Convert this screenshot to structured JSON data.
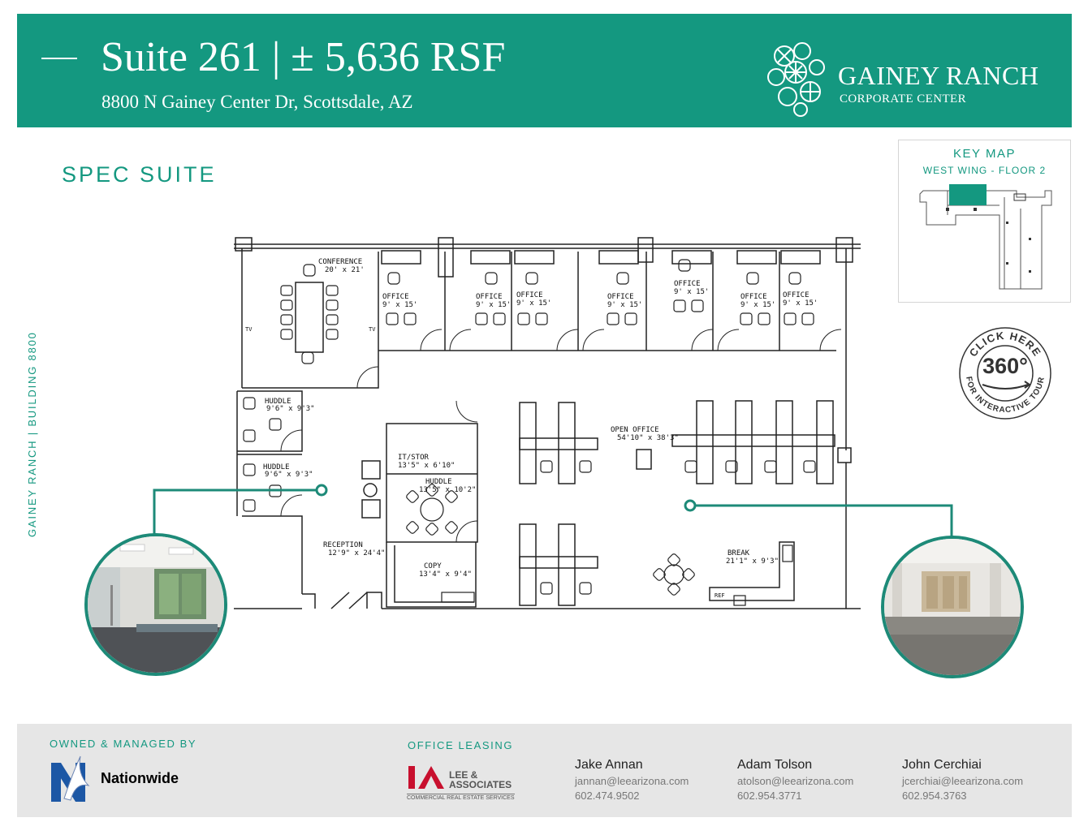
{
  "header": {
    "title": "Suite 261 | ± 5,636 RSF",
    "address": "8800 N Gainey Center Dr, Scottsdale, AZ",
    "brand_line1": "GAINEY RANCH",
    "brand_line2": "CORPORATE CENTER"
  },
  "section_title": "SPEC SUITE",
  "vertical_label": "GAINEY RANCH  |  BUILDING 8800",
  "key_map": {
    "title": "KEY MAP",
    "subtitle": "WEST WING - FLOOR 2"
  },
  "tour_badge": {
    "top_text": "CLICK HERE",
    "number": "360°",
    "bottom_text": "FOR INTERACTIVE TOUR"
  },
  "floor_plan": {
    "conference": {
      "name": "CONFERENCE",
      "size": "20' x 21'"
    },
    "offices": [
      {
        "name": "OFFICE",
        "size": "9' x 15'"
      },
      {
        "name": "OFFICE",
        "size": "9' x 15'"
      },
      {
        "name": "OFFICE",
        "size": "9' x 15'"
      },
      {
        "name": "OFFICE",
        "size": "9' x 15'"
      },
      {
        "name": "OFFICE",
        "size": "9' x 15'"
      },
      {
        "name": "OFFICE",
        "size": "9' x 15'"
      },
      {
        "name": "OFFICE",
        "size": "9' x 15'"
      }
    ],
    "huddle1": {
      "name": "HUDDLE",
      "size": "9'6\" x 9'3\""
    },
    "huddle2": {
      "name": "HUDDLE",
      "size": "9'6\" x 9'3\""
    },
    "it_stor": {
      "name": "IT/STOR",
      "size": "13'5\" x 6'10\""
    },
    "huddle3": {
      "name": "HUDDLE",
      "size": "13'5\" x 10'2\""
    },
    "open_office": {
      "name": "OPEN OFFICE",
      "size": "54'10\" x 38'3\""
    },
    "reception": {
      "name": "RECEPTION",
      "size": "12'9\" x 24'4\""
    },
    "copy": {
      "name": "COPY",
      "size": "13'4\" x 9'4\""
    },
    "break": {
      "name": "BREAK",
      "size": "21'1\" x 9'3\""
    },
    "tv": "TV",
    "ref": "REF"
  },
  "footer": {
    "owned_label": "OWNED & MANAGED BY",
    "owner": "Nationwide",
    "leasing_label": "OFFICE LEASING",
    "lee_line1": "LEE &",
    "lee_line2": "ASSOCIATES",
    "lee_line3": "COMMERCIAL REAL ESTATE SERVICES",
    "contacts": [
      {
        "name": "Jake Annan",
        "email": "jannan@leearizona.com",
        "phone": "602.474.9502"
      },
      {
        "name": "Adam Tolson",
        "email": "atolson@leearizona.com",
        "phone": "602.954.3771"
      },
      {
        "name": "John Cerchiai",
        "email": "jcerchiai@leearizona.com",
        "phone": "602.954.3763"
      }
    ]
  },
  "colors": {
    "brand_teal": "#149880",
    "callout_teal": "#1d8a78",
    "footer_gray": "#e6e6e6"
  }
}
